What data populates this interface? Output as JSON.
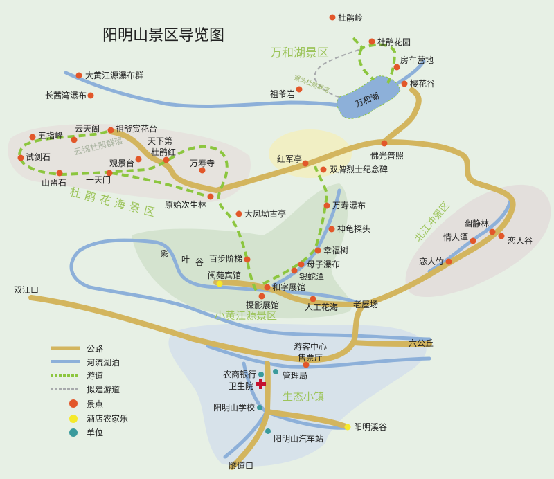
{
  "title": "阳明山景区导览图",
  "colors": {
    "background": "#e7f0e5",
    "road": "#d3b55e",
    "river": "#8db0d9",
    "trail": "#8cc63f",
    "planned_trail": "#a7a9ac",
    "scenic_spot": "#e2572a",
    "hotel": "#f5e92a",
    "unit": "#3a9a9c",
    "zone_label": "#9cc45a"
  },
  "zones": {
    "wanhehu": "万和湖景区",
    "dujuan_huahai": "杜鹃花海景区",
    "yunjin": "云锦杜鹃群落",
    "houtou": "猴头杜鹃群落",
    "lake": "万和湖",
    "beijiangchong": "北江冲景区",
    "xiaohuangjiang": "小黄江源景区",
    "shengtai": "生态小镇",
    "caiyegu": [
      "彩",
      "叶",
      "谷"
    ]
  },
  "scenic_spots": [
    "杜鹃岭",
    "杜鹃花园",
    "房车营地",
    "樱花谷",
    "祖爷岩",
    "大黄江源瀑布群",
    "长茜湾瀑布",
    "五指峰",
    "云天阁",
    "祖爷赏花台",
    "天下第一",
    "杜鹃红",
    "观景台",
    "试剑石",
    "山盟石",
    "一天门",
    "万寿寺",
    "原始次生林",
    "大凤坳古亭",
    "红军亭",
    "双牌烈士纪念碑",
    "佛光普照",
    "万寿瀑布",
    "神龟探头",
    "幸福树",
    "母子瀑布",
    "银蛇潭",
    "百步阶梯",
    "和字展馆",
    "摄影展馆",
    "人工花海",
    "恋人竹",
    "情人潭",
    "幽静林",
    "恋人谷",
    "游客中心",
    "售票厅"
  ],
  "hotels": [
    "阅苑宾馆",
    "阳明溪谷"
  ],
  "units": [
    "农商银行",
    "管理局",
    "卫生院",
    "阳明山学校",
    "阳明山汽车站"
  ],
  "places": [
    "双江口",
    "老屋场",
    "六公丘",
    "隧道口"
  ],
  "legend": [
    {
      "label": "公路",
      "symbol": "road"
    },
    {
      "label": "河流湖泊",
      "symbol": "river"
    },
    {
      "label": "游道",
      "symbol": "trail"
    },
    {
      "label": "拟建游道",
      "symbol": "planned-trail"
    },
    {
      "label": "景点",
      "symbol": "orange-dot"
    },
    {
      "label": "酒店农家乐",
      "symbol": "yellow-dot"
    },
    {
      "label": "单位",
      "symbol": "teal-dot"
    }
  ]
}
